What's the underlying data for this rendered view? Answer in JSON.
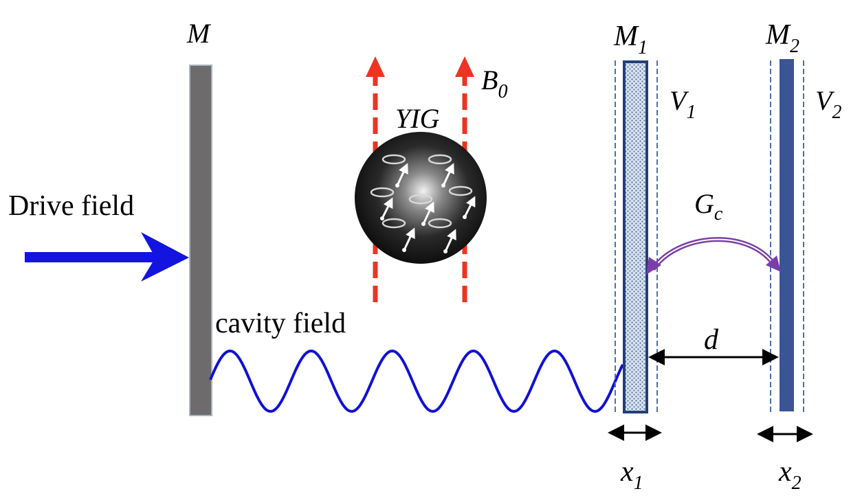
{
  "labels": {
    "mirror_m": "M",
    "mirror_m1": "M",
    "mirror_m1_sub": "1",
    "mirror_m2": "M",
    "mirror_m2_sub": "2",
    "b_field": "B",
    "b_field_sub": "0",
    "yig": "YIG",
    "v1": "V",
    "v1_sub": "1",
    "v2": "V",
    "v2_sub": "2",
    "drive_field": "Drive field",
    "coupling": "G",
    "coupling_sub": "c",
    "distance": "d",
    "cavity_field": "cavity field",
    "x1": "x",
    "x1_sub": "1",
    "x2": "x",
    "x2_sub": "2"
  },
  "colors": {
    "mirror_m": "#6d6b6b",
    "mirror_m2": "#3a5494",
    "mirror_m1_fill": "#b7c6da",
    "drive_arrow": "#1414e0",
    "cavity_wave": "#1010d8",
    "b_field_lines": "#ee3322",
    "coupling_arrow": "#7a3ea8",
    "dashed_guides": "#4a6fb8",
    "yig_sphere": "#141414"
  }
}
